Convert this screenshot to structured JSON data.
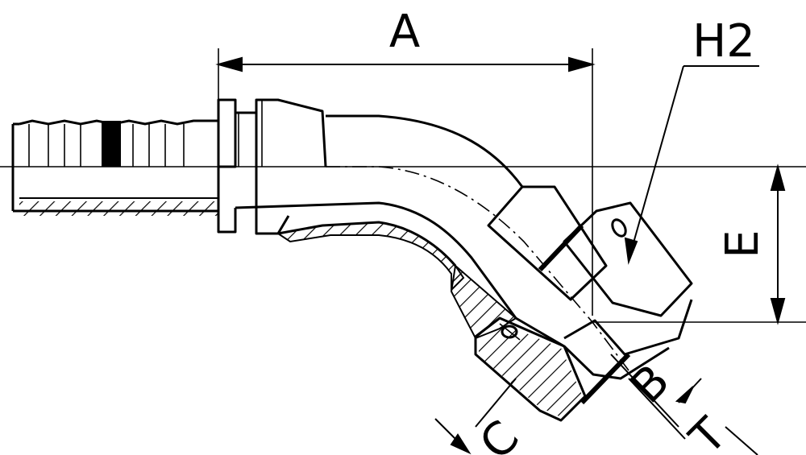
{
  "drawing": {
    "labels": {
      "a": "A",
      "h2": "H2",
      "e": "E",
      "b": "B",
      "c": "C",
      "t": "T"
    },
    "line_color": "#000000",
    "background": "#ffffff"
  }
}
